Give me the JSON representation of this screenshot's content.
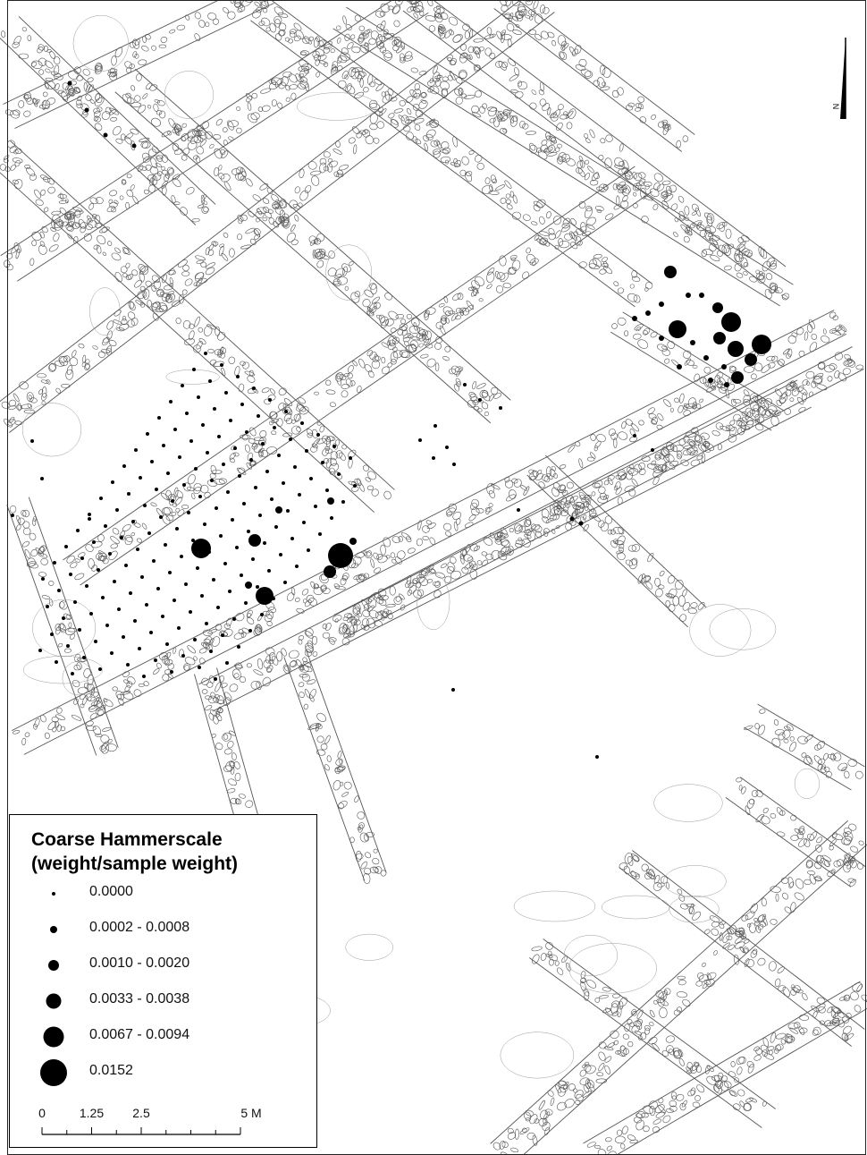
{
  "legend": {
    "title_line1": "Coarse Hammerscale",
    "title_line2": "(weight/sample weight)",
    "classes": [
      {
        "label": "0.0000",
        "size": 4
      },
      {
        "label": "0.0002 - 0.0008",
        "size": 8
      },
      {
        "label": "0.0010 - 0.0020",
        "size": 12
      },
      {
        "label": "0.0033 - 0.0038",
        "size": 17
      },
      {
        "label": "0.0067 - 0.0094",
        "size": 23
      },
      {
        "label": "0.0152",
        "size": 30
      }
    ],
    "scale": {
      "labels": [
        "0",
        "1.25",
        "2.5",
        "5 M"
      ],
      "values": [
        0,
        1.25,
        2.5,
        5
      ]
    }
  },
  "north_arrow": {
    "label": "N"
  },
  "colors": {
    "ink": "#000000",
    "outline": "#444444",
    "background": "#ffffff"
  }
}
